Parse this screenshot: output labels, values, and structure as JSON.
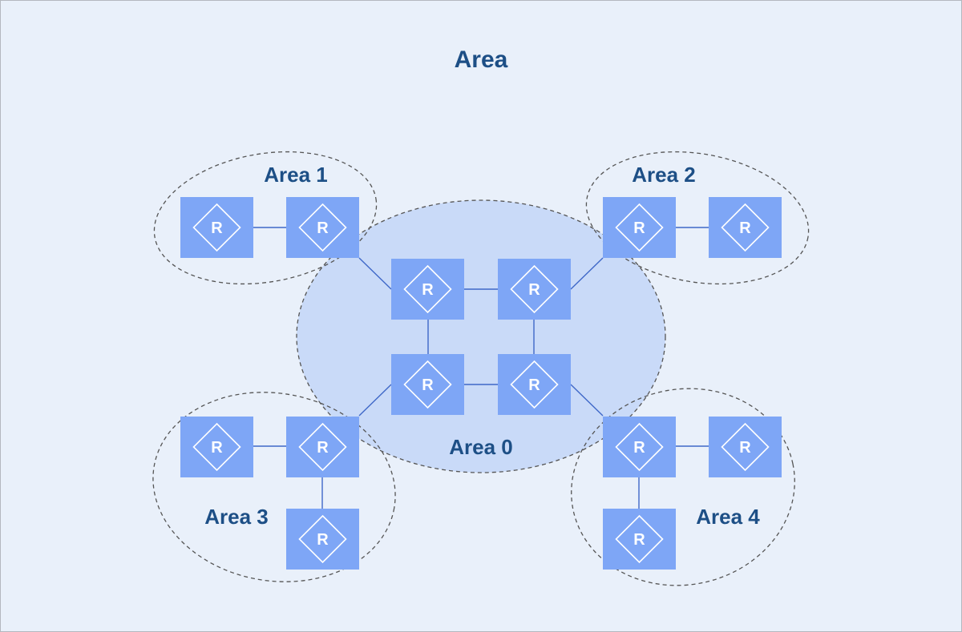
{
  "title": "Area",
  "router_label": "R",
  "areas": [
    {
      "id": "area0",
      "label": "Area 0"
    },
    {
      "id": "area1",
      "label": "Area 1"
    },
    {
      "id": "area2",
      "label": "Area 2"
    },
    {
      "id": "area3",
      "label": "Area 3"
    },
    {
      "id": "area4",
      "label": "Area 4"
    }
  ],
  "colors": {
    "background": "#e9f0fa",
    "router_fill": "#7ea6f6",
    "area0_fill": "#c9daf8",
    "link": "#3f68c8",
    "title_text": "#1d4f86",
    "dashed_border": "#4a4a4a"
  }
}
